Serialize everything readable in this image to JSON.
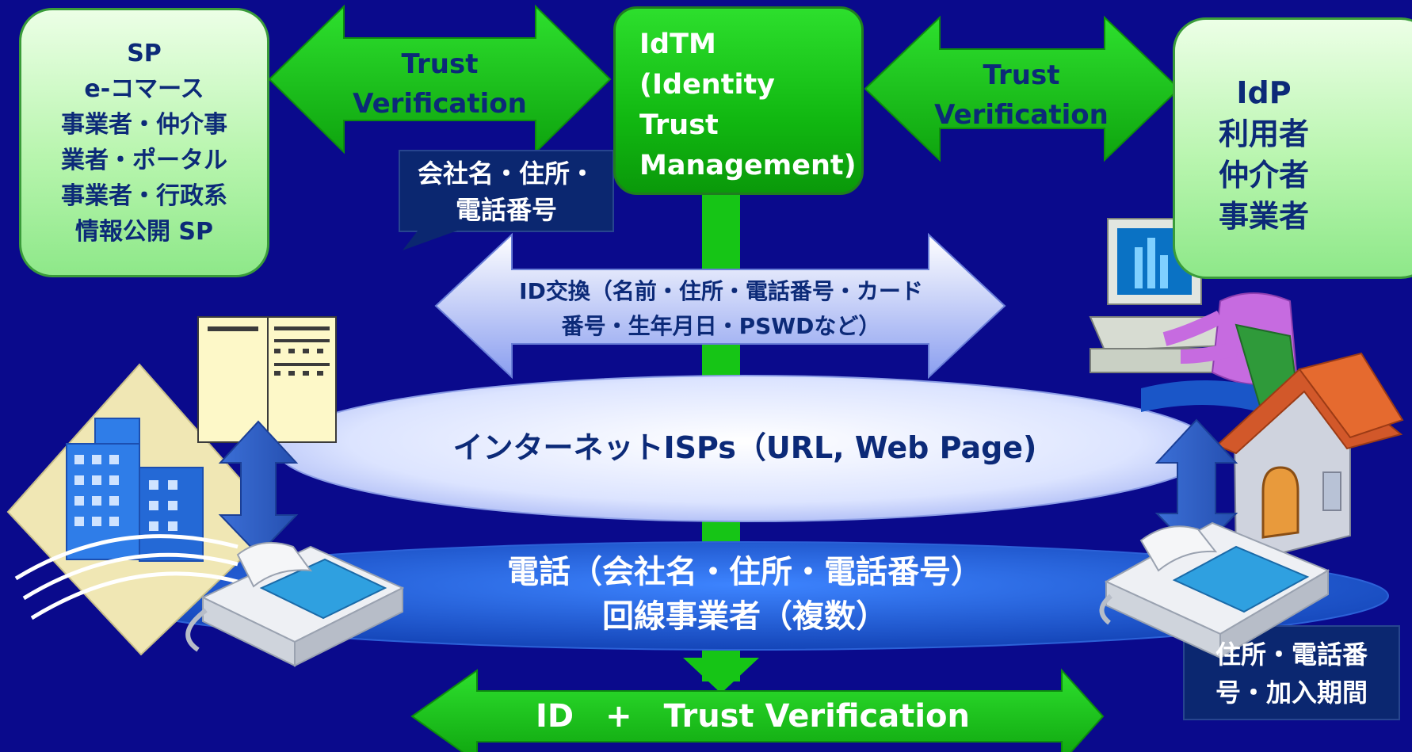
{
  "sp_box": {
    "lines": [
      "SP",
      "e-コマース",
      "事業者・仲介事",
      "業者・ポータル",
      "事業者・行政系",
      "情報公開 SP"
    ]
  },
  "idtm_box": {
    "lines": [
      "IdTM",
      "(Identity Trust",
      "Management)"
    ]
  },
  "idp_box": {
    "lines": [
      "IdP",
      "利用者",
      "仲介者",
      "事業者"
    ]
  },
  "trust_left": {
    "lines": [
      "Trust",
      "Verification"
    ]
  },
  "trust_right": {
    "lines": [
      "Trust",
      "Verification"
    ]
  },
  "callout_left": {
    "lines": [
      "会社名・住所・",
      "電話番号"
    ]
  },
  "id_exchange": {
    "lines": [
      "ID交換（名前・住所・電話番号・カード",
      "番号・生年月日・PSWDなど）"
    ]
  },
  "internet": {
    "label": "インターネットISPs（URL, Web Page)"
  },
  "telephone": {
    "lines": [
      "電話（会社名・住所・電話番号）",
      "回線事業者（複数）"
    ]
  },
  "bottom_arrow": {
    "label": "ID　+　Trust Verification"
  },
  "callout_right": {
    "lines": [
      "住所・電話番",
      "号・加入期間"
    ]
  },
  "icons": [
    "office-building-icon",
    "server-document-icon",
    "telephone-left-icon",
    "telephone-right-icon",
    "computer-user-icon",
    "house-icon"
  ],
  "colors": {
    "background": "#0a0a8c",
    "green_arrow": "#16c516",
    "box_light_green": "#b8f5ae",
    "text_navy": "#0c2a78",
    "internet_ellipse": "#dfe6ff",
    "telephone_ellipse": "#1a5bd8",
    "callout": "#0b2770"
  }
}
